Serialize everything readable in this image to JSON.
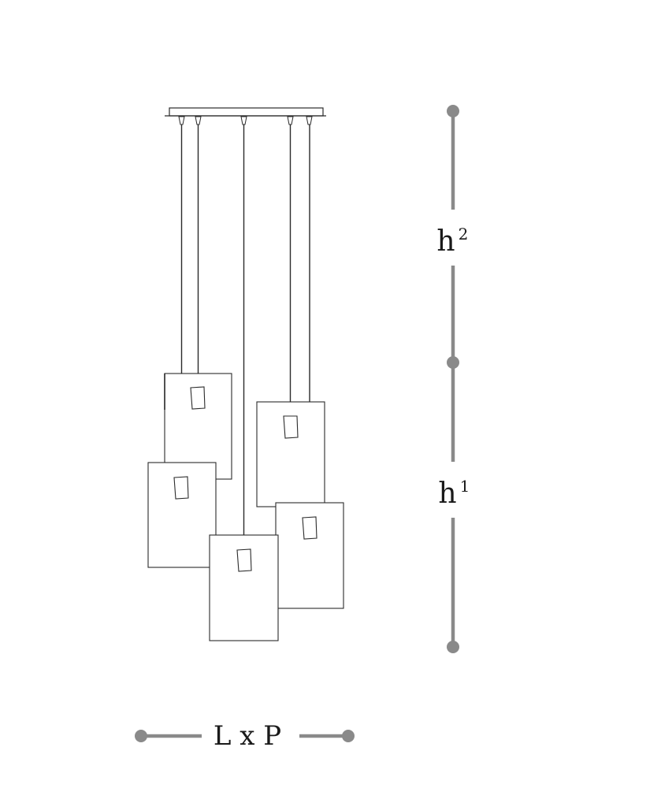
{
  "colors": {
    "line": "#2b2b2b",
    "dimension": "#8a8a8a",
    "background": "#ffffff"
  },
  "labels": {
    "h2_base": "h",
    "h2_sup": "2",
    "h1_base": "h",
    "h1_sup": "1",
    "width": "L x P"
  },
  "icons": {
    "dimension_endpoint": "dot-icon"
  }
}
